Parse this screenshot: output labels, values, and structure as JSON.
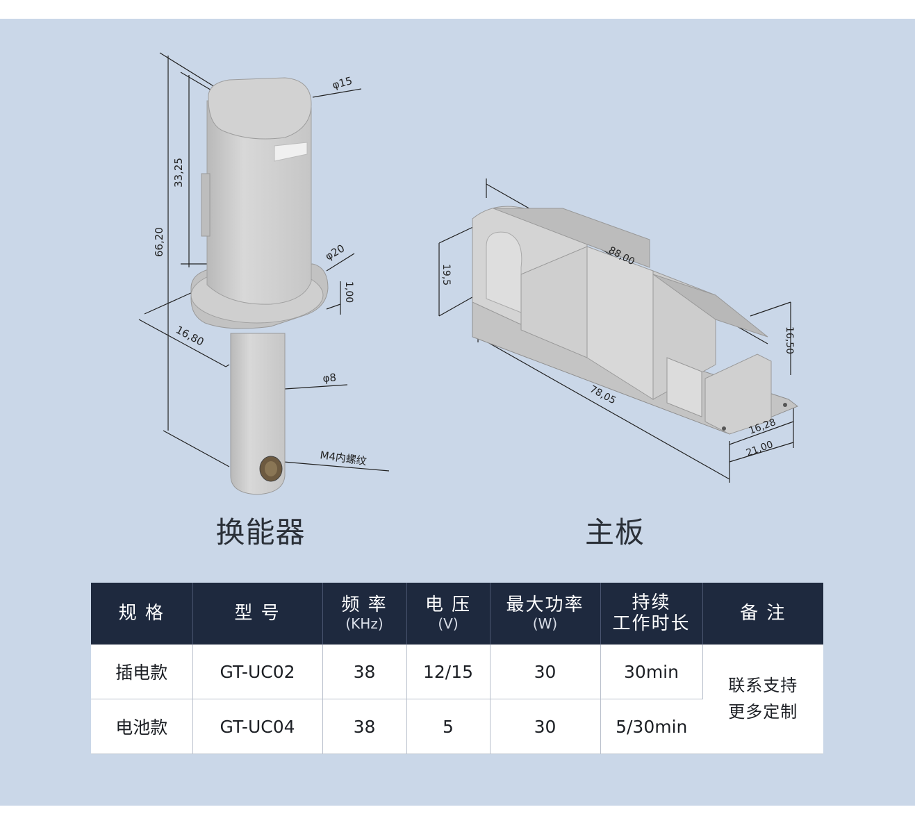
{
  "diagrams": {
    "transducer": {
      "caption": "换能器",
      "dimensions": [
        "φ15",
        "33,25",
        "66,20",
        "φ20",
        "1,00",
        "16,80",
        "φ8",
        "M4内螺纹"
      ]
    },
    "board": {
      "caption": "主板",
      "dimensions": [
        "88,00",
        "19,5",
        "16,50",
        "78,05",
        "16,28",
        "21,00"
      ]
    }
  },
  "table": {
    "headers": [
      {
        "main": "规 格",
        "sub": ""
      },
      {
        "main": "型 号",
        "sub": ""
      },
      {
        "main": "频 率",
        "sub": "(KHz)"
      },
      {
        "main": "电 压",
        "sub": "(V)"
      },
      {
        "main": "最大功率",
        "sub": "(W)"
      },
      {
        "main": "持续",
        "sub": "工作时长"
      },
      {
        "main": "备 注",
        "sub": ""
      }
    ],
    "rows": [
      [
        "插电款",
        "GT-UC02",
        "38",
        "12/15",
        "30",
        "30min"
      ],
      [
        "电池款",
        "GT-UC04",
        "38",
        "5",
        "30",
        "5/30min"
      ]
    ],
    "note": [
      "联系支持",
      "更多定制"
    ]
  }
}
